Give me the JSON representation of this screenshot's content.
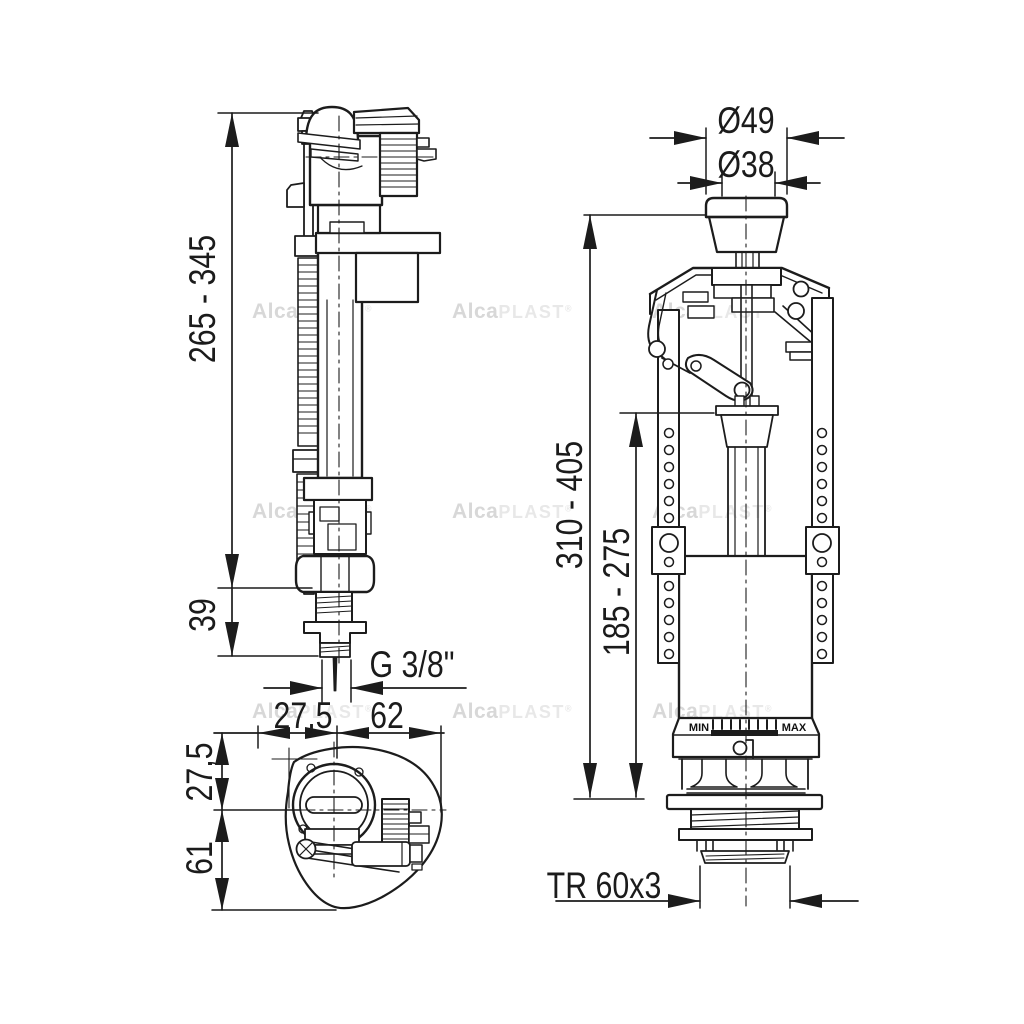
{
  "colors": {
    "background": "#ffffff",
    "line": "#1c1c1c",
    "watermark_bold": "#d8d8d8",
    "watermark_light": "#e8e8e8"
  },
  "watermark": {
    "bold": "Alca",
    "light": "PLAST",
    "registered": "®"
  },
  "fill_valve_side": {
    "height_range": "265 - 345",
    "shank_height": "39",
    "inlet_thread": "G 3/8\""
  },
  "fill_valve_top": {
    "width_left": "27,5",
    "width_right": "62",
    "depth_top": "27,5",
    "depth_bottom": "61"
  },
  "flush_valve": {
    "button_cap_diameter": "Ø49",
    "button_neck_diameter": "Ø38",
    "overall_height_range": "310 - 405",
    "inner_height_range": "185 - 275",
    "outlet_thread": "TR 60x3",
    "scale_min": "MIN",
    "scale_max": "MAX"
  }
}
